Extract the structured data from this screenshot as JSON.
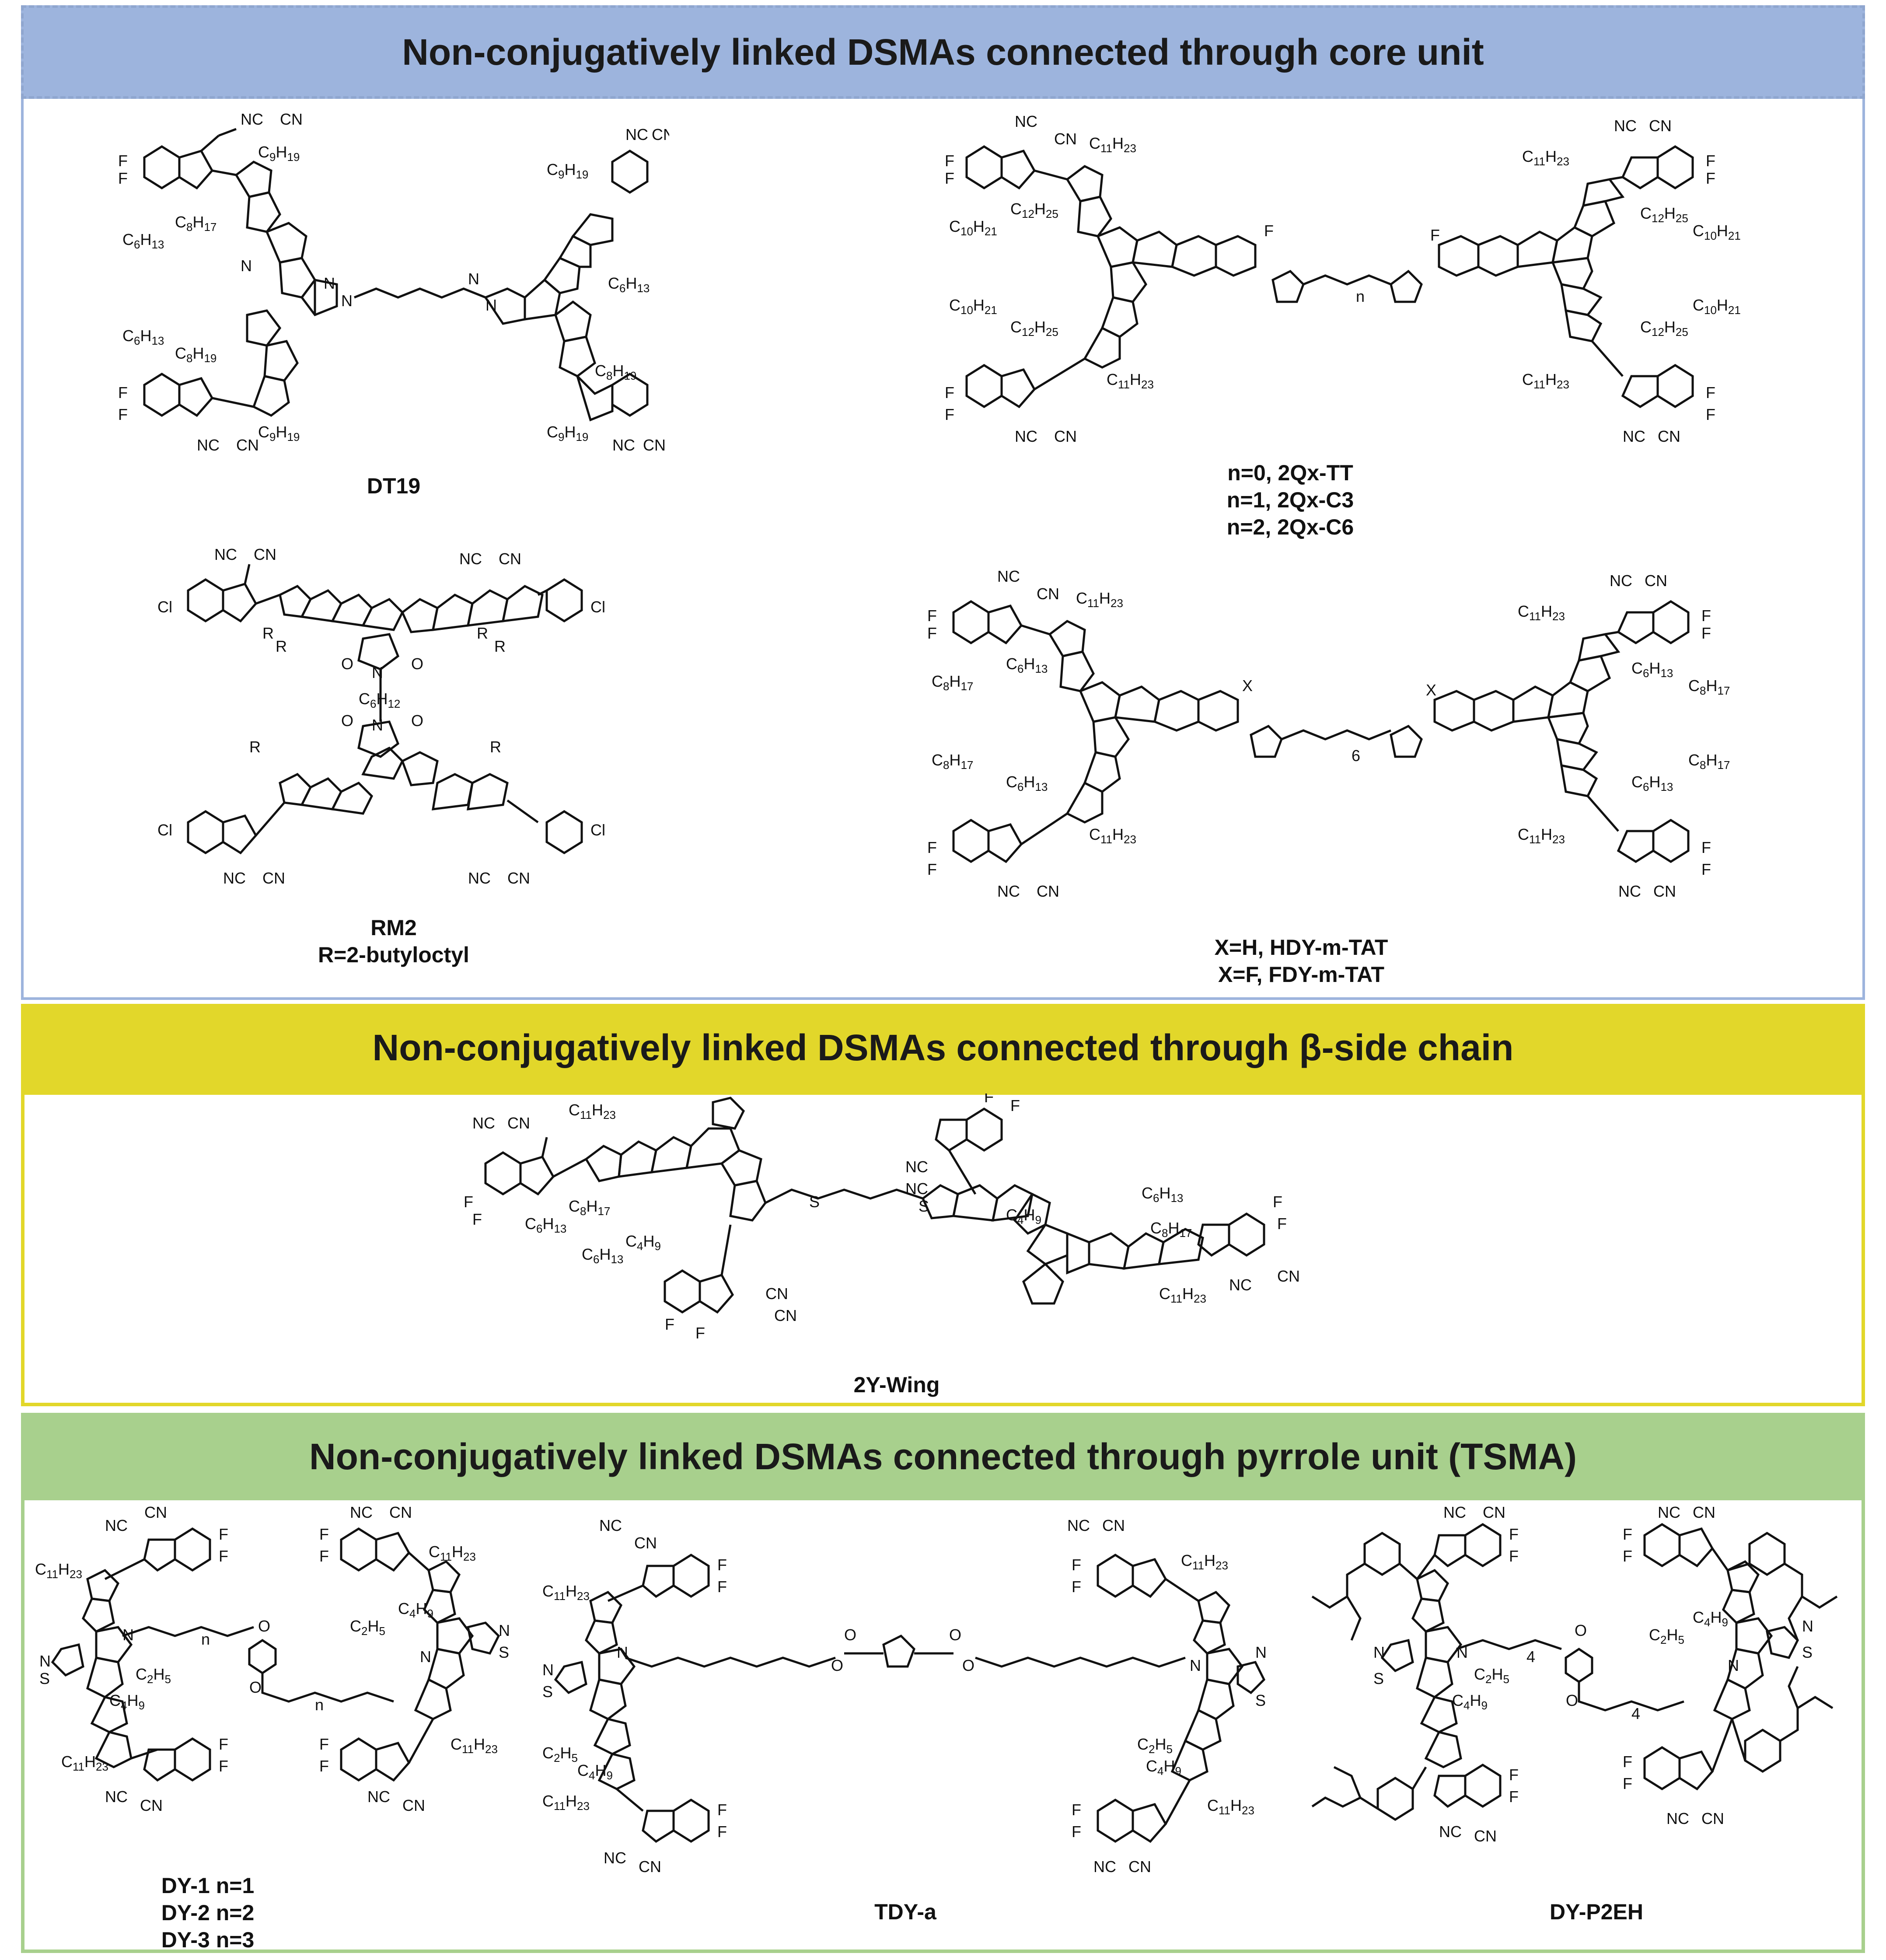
{
  "sections": {
    "core": {
      "title": "Non-conjugatively linked DSMAs connected through core unit",
      "color": "#9db4dd",
      "molecules": {
        "dt19": {
          "caption": "DT19"
        },
        "qx": {
          "captions": [
            "n=0, 2Qx-TT",
            "n=1, 2Qx-C3",
            "n=2, 2Qx-C6"
          ]
        },
        "rm2": {
          "captions": [
            "RM2",
            "R=2-butyloctyl"
          ]
        },
        "mtat": {
          "captions": [
            "X=H, HDY-m-TAT",
            "X=F, FDY-m-TAT"
          ]
        }
      }
    },
    "side": {
      "title": "Non-conjugatively linked DSMAs connected through β-side chain",
      "color": "#e2d72a",
      "molecules": {
        "wing": {
          "caption": "2Y-Wing"
        }
      }
    },
    "pyrrole": {
      "title": "Non-conjugatively linked DSMAs connected through pyrrole unit (TSMA)",
      "color": "#a8d08d",
      "molecules": {
        "dy": {
          "captions": [
            "DY-1 n=1",
            "DY-2 n=2",
            "DY-3 n=3"
          ]
        },
        "tdy": {
          "caption": "TDY-a"
        },
        "p2eh": {
          "caption": "DY-P2EH"
        }
      }
    }
  },
  "atom_labels": {
    "nc": "NC",
    "cn": "CN",
    "f": "F",
    "s": "S",
    "n": "N",
    "o": "O",
    "cl": "Cl",
    "x": "X",
    "r": "R",
    "c9h19": "C9H19",
    "c8h17": "C8H17",
    "c6h13": "C6H13",
    "c11h23": "C11H23",
    "c10h21": "C10H21",
    "c12h25": "C12H25",
    "c6h12": "C6H12",
    "c4h9": "C4H9",
    "c2h5": "C2H5"
  },
  "icons": [
    "molecule-structure-icon"
  ]
}
